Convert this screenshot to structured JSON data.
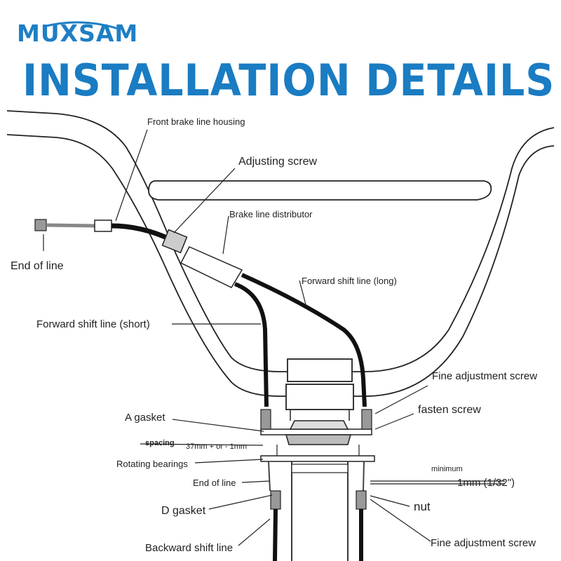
{
  "brand": {
    "name": "MUXSAM",
    "color": "#1e7fc4"
  },
  "title": "INSTALLATION DETAILS",
  "labels": {
    "front_brake_line_housing": "Front brake line housing",
    "adjusting_screw": "Adjusting screw",
    "brake_line_distributor": "Brake line distributor",
    "end_of_line_top": "End of line",
    "forward_shift_line_long": "Forward shift line (long)",
    "forward_shift_line_short": "Forward shift line (short)",
    "fine_adjustment_screw_top": "Fine adjustment screw",
    "fasten_screw": "fasten screw",
    "a_gasket": "A gasket",
    "spacing": "spacing",
    "spacing_value": "37mm + or - 1mm",
    "rotating_bearings": "Rotating bearings",
    "end_of_line_bottom": "End of line",
    "minimum": "minimum",
    "minimum_value": "1mm (1/32\")",
    "d_gasket": "D gasket",
    "nut": "nut",
    "backward_shift_line": "Backward shift line",
    "fine_adjustment_screw_bottom": "Fine adjustment screw"
  }
}
